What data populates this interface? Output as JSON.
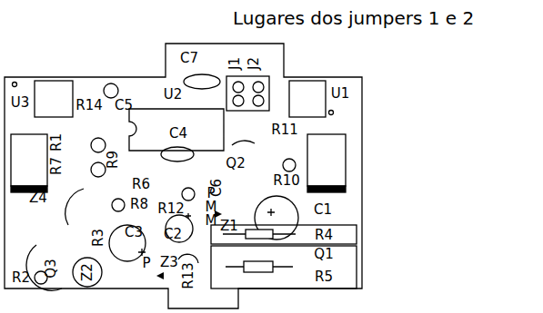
{
  "diagram": {
    "title": "Lugares dos jumpers 1 e 2",
    "labels": [
      "C7",
      "J1",
      "J2",
      "U3",
      "R14",
      "C5",
      "U2",
      "U1",
      "R11",
      "R1",
      "R7",
      "R9",
      "C4",
      "Q2",
      "R6",
      "C6",
      "R10",
      "P",
      "M",
      "M",
      "C1",
      "R8",
      "R12",
      "Z4",
      "C3",
      "C2",
      "Z1",
      "R4",
      "Q1",
      "R3",
      "Q3",
      "R2",
      "Z2",
      "P",
      "Z3",
      "R13",
      "R5"
    ]
  }
}
